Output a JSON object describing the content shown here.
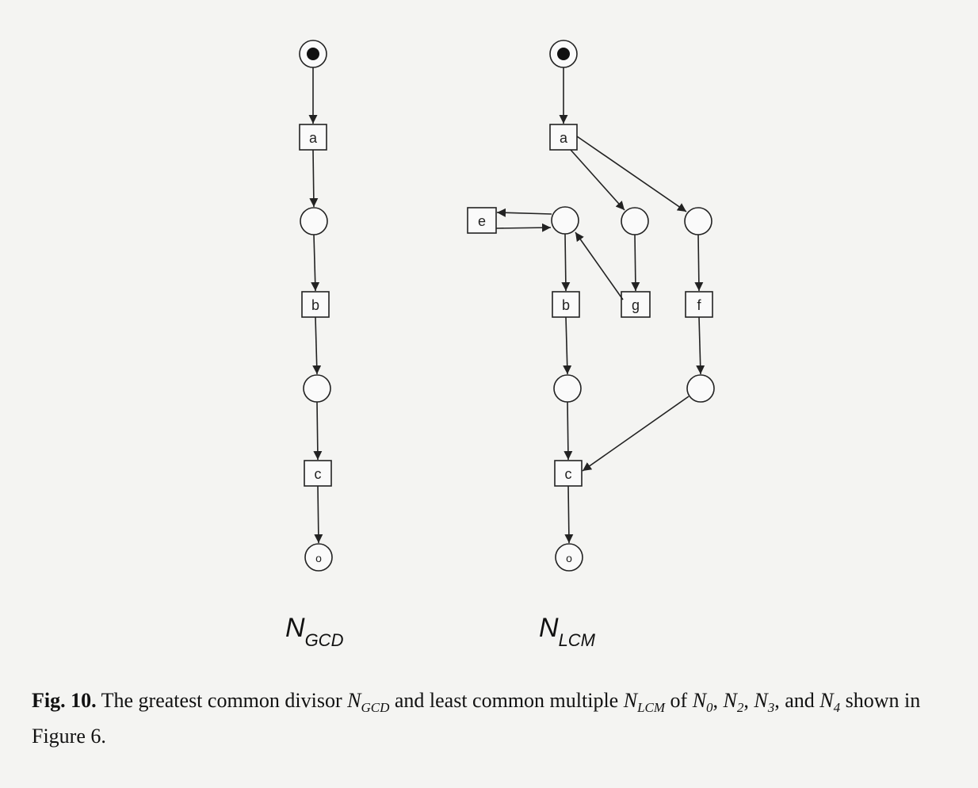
{
  "nets": {
    "gcd": {
      "label_main": "N",
      "label_sub": "GCD",
      "transitions": {
        "a": "a",
        "b": "b",
        "c": "c"
      },
      "final_mark": "o"
    },
    "lcm": {
      "label_main": "N",
      "label_sub": "LCM",
      "transitions": {
        "a": "a",
        "b": "b",
        "c": "c",
        "e": "e",
        "f": "f",
        "g": "g"
      },
      "final_mark": "o"
    }
  },
  "caption": {
    "fig_label": "Fig. 10.",
    "text_1": " The greatest common divisor ",
    "n_gcd_main": "N",
    "n_gcd_sub": "GCD",
    "text_2": " and least common multiple ",
    "n_lcm_main": "N",
    "n_lcm_sub": "LCM",
    "text_3": " of ",
    "n0_main": "N",
    "n0_sub": "0",
    "sep_1": ", ",
    "n2_main": "N",
    "n2_sub": "2",
    "sep_2": ", ",
    "n3_main": "N",
    "n3_sub": "3",
    "text_4": ", and ",
    "n4_main": "N",
    "n4_sub": "4",
    "text_5": " shown in Figure 6."
  },
  "colors": {
    "stroke": "#222222",
    "background": "#f4f4f2"
  }
}
